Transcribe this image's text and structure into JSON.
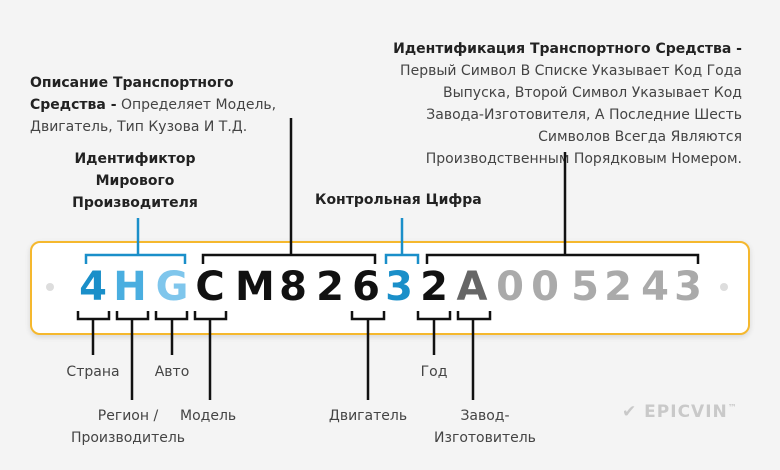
{
  "colors": {
    "blue_dark": "#1a8fc9",
    "blue_mid": "#4aaee0",
    "blue_light": "#7fc6ec",
    "black": "#111111",
    "gray": "#666666",
    "light_gray": "#aaaaaa",
    "border": "#f5b82e"
  },
  "vin": [
    "4",
    "H",
    "G",
    "C",
    "M",
    "8",
    "2",
    "6",
    "3",
    "2",
    "A",
    "0",
    "0",
    "5",
    "2",
    "4",
    "3"
  ],
  "top_labels": {
    "vis_title": "Идентификация Транспортного Средства -",
    "vis_lines": [
      "Первый Символ В Списке Указывает Код Года",
      "Выпуска, Второй Символ Указывает Код",
      "Завода-Изготовителя, А Последние Шесть",
      "Символов Всегда Являются",
      "Производственным Порядковым Номером."
    ],
    "vds_title1": "Описание Транспортного",
    "vds_title2": "Средства -",
    "vds_rest1": " Определяет Модель,",
    "vds_line2": "Двигатель, Тип Кузова И Т.Д.",
    "wmi_lines": [
      "Идентификтор",
      "Мирового",
      "Производителя"
    ],
    "check": "Контрольная Цифра"
  },
  "bottom_labels": {
    "country": "Страна",
    "auto": "Авто",
    "region1": "Регион /",
    "region2": "Производитель",
    "model": "Модель",
    "engine": "Двигатель",
    "year": "Год",
    "plant1": "Завод-",
    "plant2": "Изготовитель"
  },
  "logo": {
    "text": "EPICVIN",
    "tm": "™"
  }
}
